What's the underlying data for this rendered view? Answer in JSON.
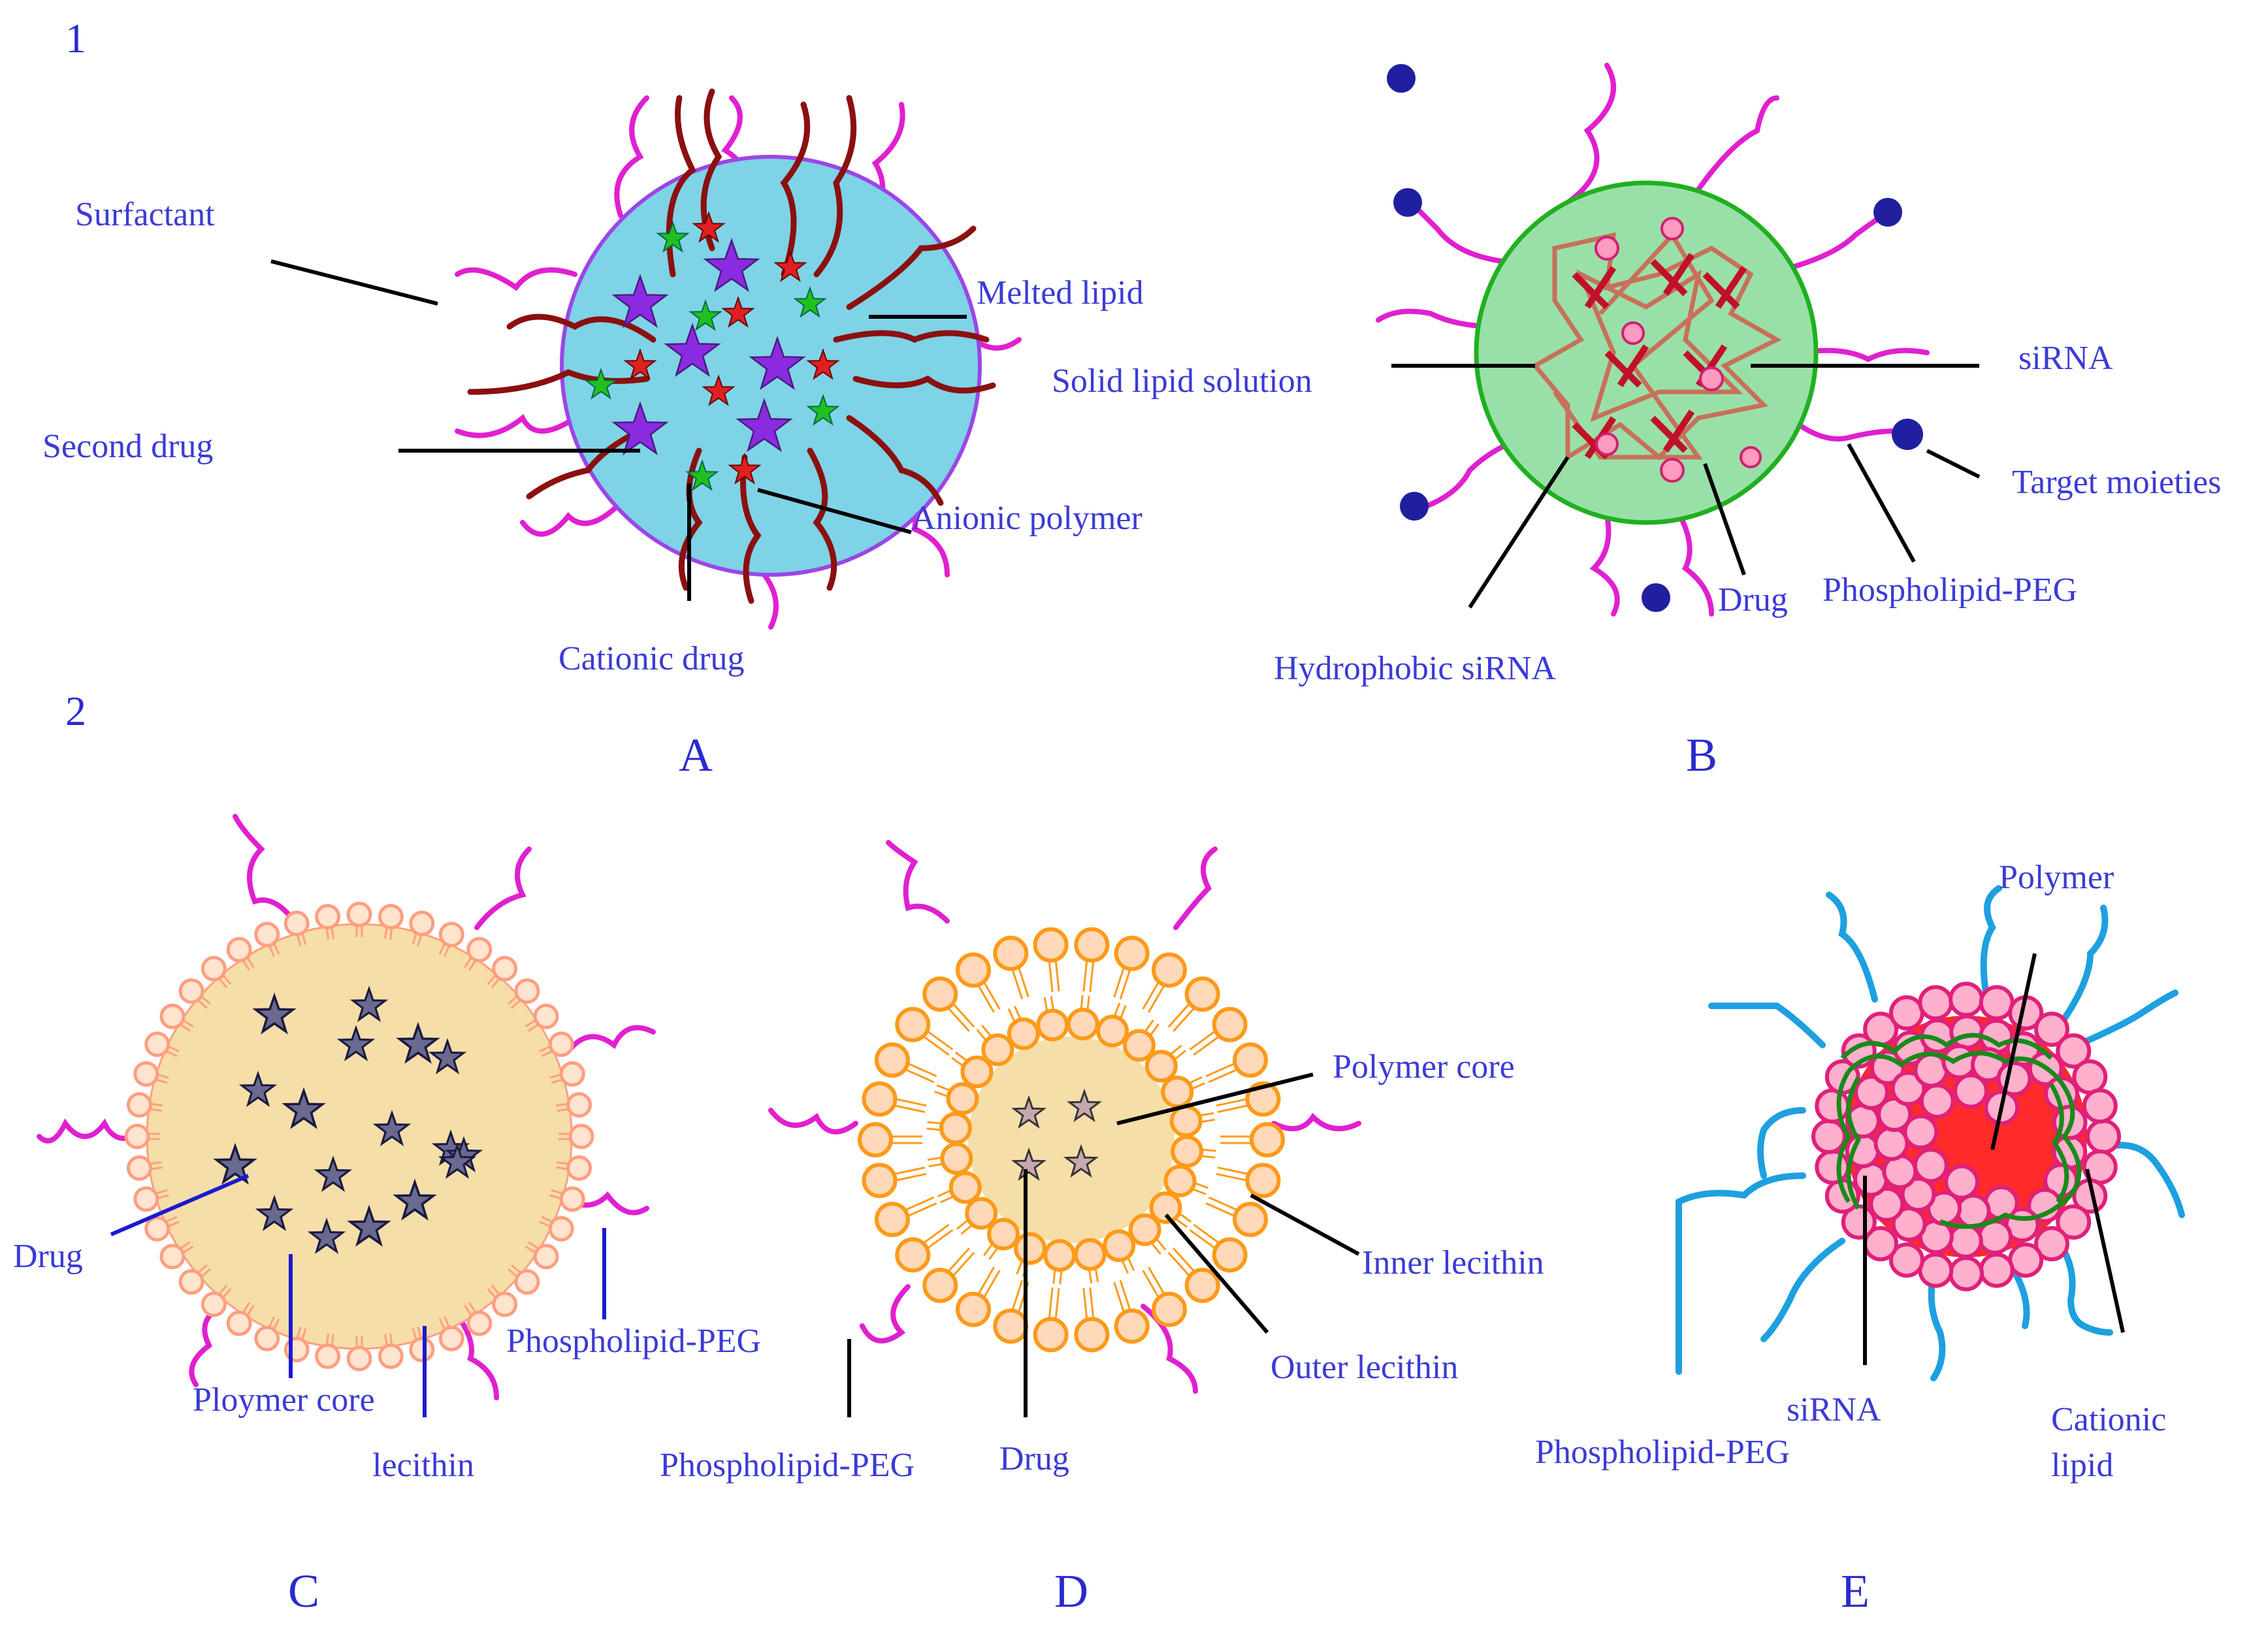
{
  "section_numbers": {
    "first": "1",
    "second": "2"
  },
  "panels": {
    "A": {
      "letter": "A",
      "labels": {
        "surfactant": "Surfactant",
        "melted_lipid": "Melted lipid",
        "second_drug": "Second drug",
        "anionic_polymer": "Anionic polymer",
        "cationic_drug": "Cationic drug"
      }
    },
    "B": {
      "letter": "B",
      "labels": {
        "solid_lipid_solution": "Solid lipid solution",
        "sirna": "siRNA",
        "target_moieties": "Target moieties",
        "drug": "Drug",
        "phospholipid_peg": "Phospholipid-PEG",
        "hydrophobic_sirna": "Hydrophobic siRNA"
      }
    },
    "C": {
      "letter": "C",
      "labels": {
        "drug": "Drug",
        "ploymer_core": "Ploymer core",
        "lecithin": "lecithin",
        "phospholipid_peg": "Phospholipid-PEG"
      }
    },
    "D": {
      "letter": "D",
      "labels": {
        "polymer_core": "Polymer core",
        "inner_lecithin": "Inner lecithin",
        "outer_lecithin": "Outer lecithin",
        "phospholipid_peg": "Phospholipid-PEG",
        "drug": "Drug"
      }
    },
    "E": {
      "letter": "E",
      "labels": {
        "polymer": "Polymer",
        "sirna": "siRNA",
        "cationic_lipid_line1": "Cationic",
        "cationic_lipid_line2": "lipid",
        "phospholipid_peg": "Phospholipid-PEG"
      }
    }
  },
  "colors": {
    "label_text": "#3b3bd6",
    "peg_chain": "#e020d0",
    "lipid_blue": "#7fd3e6",
    "solid_lipid_green": "#99e0a8",
    "core_beige": "#f5e0a8",
    "lecithin_orange": "#ff9a1a",
    "cationic_pink": "#ff5aa0",
    "polymer_blue": "#1ea0e0"
  }
}
